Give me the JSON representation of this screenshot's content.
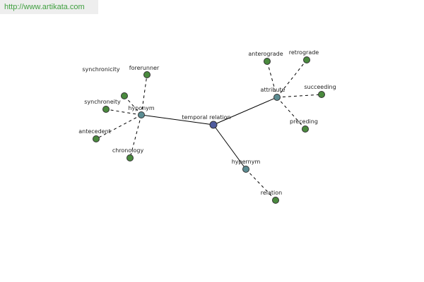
{
  "watermark": {
    "url": "http://www.artikata.com"
  },
  "colors": {
    "center": "#4f5b9e",
    "relation": "#5c8d93",
    "leaf": "#4a8a3e",
    "edge": "#000000"
  },
  "graph": {
    "nodes": [
      {
        "id": "temporal-relation",
        "label": "temporal relation",
        "type": "center"
      },
      {
        "id": "hyponym",
        "label": "hyponym",
        "type": "relation"
      },
      {
        "id": "attribute",
        "label": "attribute",
        "type": "relation"
      },
      {
        "id": "hypernym",
        "label": "hypernym",
        "type": "relation"
      },
      {
        "id": "synchronicity",
        "label": "synchronicity",
        "type": "leaf"
      },
      {
        "id": "forerunner",
        "label": "forerunner",
        "type": "leaf"
      },
      {
        "id": "synchroneity",
        "label": "synchroneity",
        "type": "leaf"
      },
      {
        "id": "antecedent",
        "label": "antecedent",
        "type": "leaf"
      },
      {
        "id": "chronology",
        "label": "chronology",
        "type": "leaf"
      },
      {
        "id": "anterograde",
        "label": "anterograde",
        "type": "leaf"
      },
      {
        "id": "retrograde",
        "label": "retrograde",
        "type": "leaf"
      },
      {
        "id": "succeeding",
        "label": "succeeding",
        "type": "leaf"
      },
      {
        "id": "preceding",
        "label": "preceding",
        "type": "leaf"
      },
      {
        "id": "relation",
        "label": "relation",
        "type": "leaf"
      }
    ],
    "edges": [
      {
        "from": "temporal-relation",
        "to": "hyponym",
        "style": "solid"
      },
      {
        "from": "temporal-relation",
        "to": "attribute",
        "style": "solid"
      },
      {
        "from": "temporal-relation",
        "to": "hypernym",
        "style": "solid"
      },
      {
        "from": "hyponym",
        "to": "synchronicity",
        "style": "dashed"
      },
      {
        "from": "hyponym",
        "to": "forerunner",
        "style": "dashed"
      },
      {
        "from": "hyponym",
        "to": "synchroneity",
        "style": "dashed"
      },
      {
        "from": "hyponym",
        "to": "antecedent",
        "style": "dashed"
      },
      {
        "from": "hyponym",
        "to": "chronology",
        "style": "dashed"
      },
      {
        "from": "attribute",
        "to": "anterograde",
        "style": "dashed"
      },
      {
        "from": "attribute",
        "to": "retrograde",
        "style": "dashed"
      },
      {
        "from": "attribute",
        "to": "succeeding",
        "style": "dashed"
      },
      {
        "from": "attribute",
        "to": "preceding",
        "style": "dashed"
      },
      {
        "from": "hypernym",
        "to": "relation",
        "style": "dashed"
      }
    ]
  }
}
